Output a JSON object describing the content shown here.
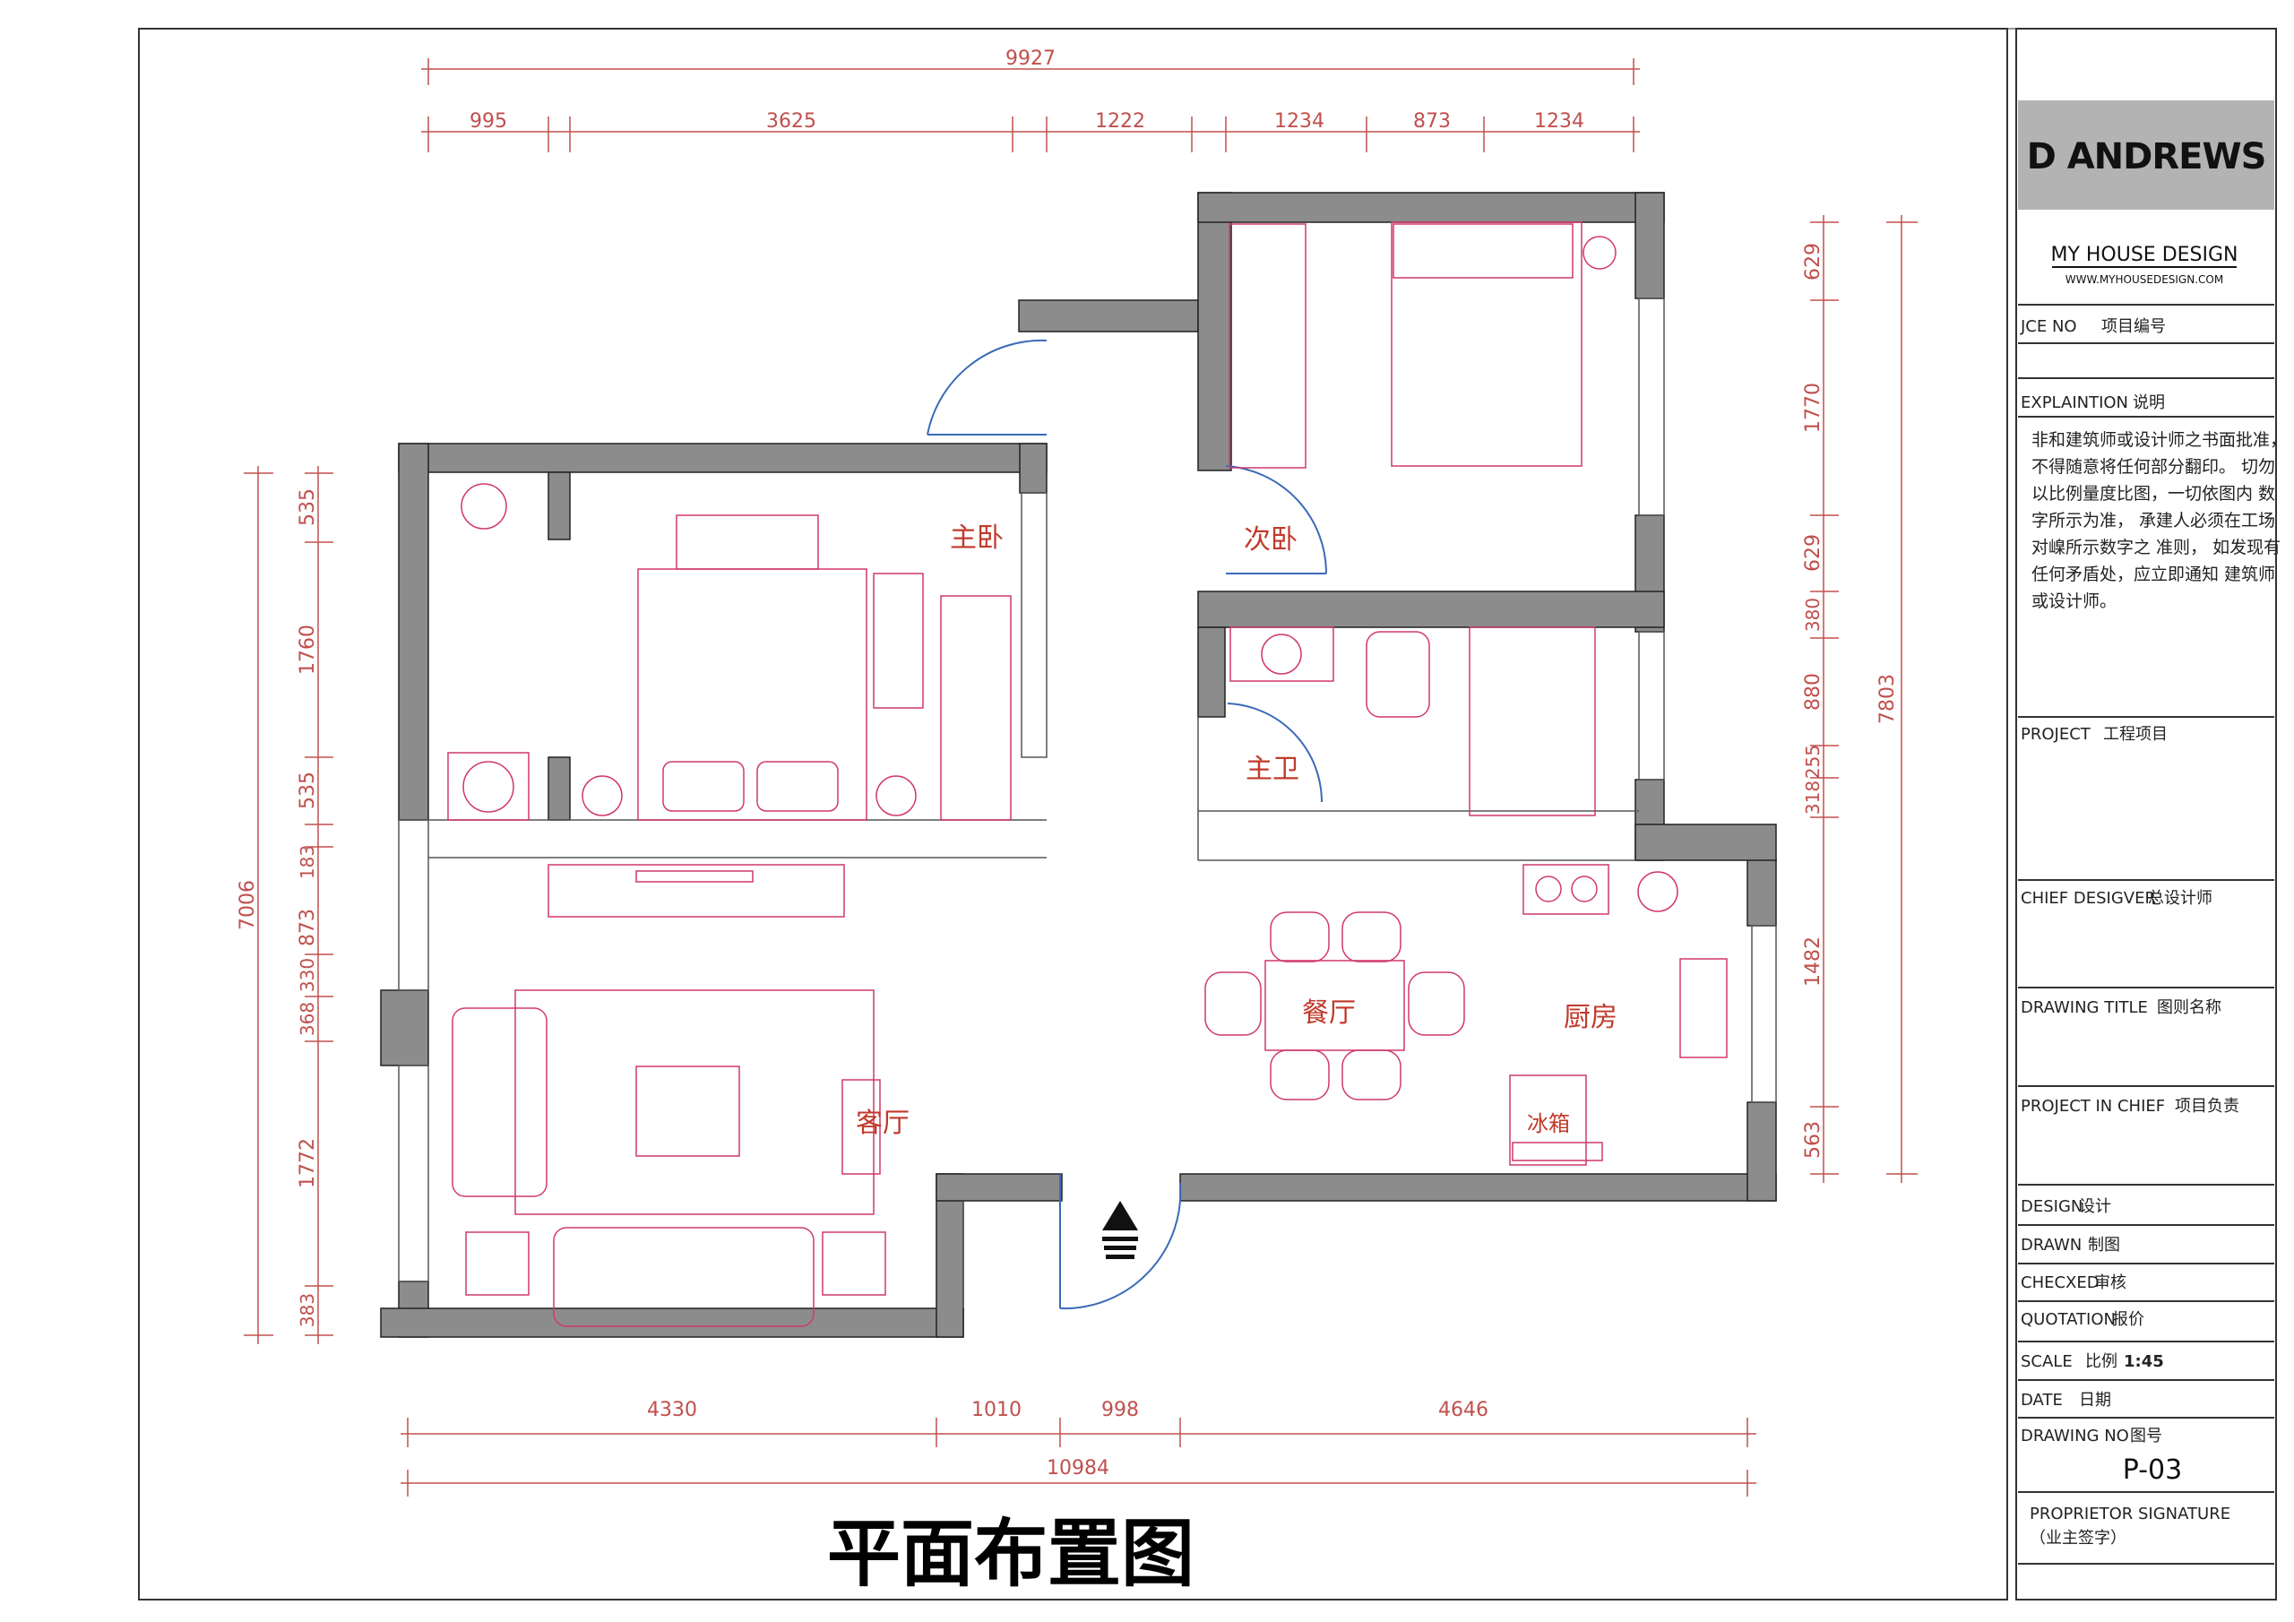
{
  "title_block": {
    "company": "D ANDREWS",
    "brand": "MY HOUSE DESIGN",
    "website": "WWW.MYHOUSEDESIGN.COM",
    "rows": [
      {
        "label": "JCE NO",
        "cn": "项目编号"
      },
      {
        "label": "EXPLAINTION",
        "cn": "说明"
      }
    ],
    "explanation": [
      "非和建筑师或设计师之书面批准，",
      "不得随意将任何部分翻印。 切勿",
      "以比例量度比图，一切依图内 数",
      "字所示为准， 承建人必须在工场",
      "对嵲所示数字之 准则， 如发现有",
      "任何矛盾处，应立即通知 建筑师",
      "或设计师。"
    ],
    "project": {
      "label": "PROJECT",
      "cn": "工程项目"
    },
    "chief_designer": {
      "label": "CHIEF DESIGVER",
      "cn": "总设计师"
    },
    "drawing_title": {
      "label": "DRAWING TITLE",
      "cn": "图则名称"
    },
    "project_in_chief": {
      "label": "PROJECT IN CHIEF",
      "cn": "项目负责"
    },
    "design": {
      "label": "DESIGN",
      "cn": "设计"
    },
    "drawn": {
      "label": "DRAWN",
      "cn": "制图"
    },
    "checked": {
      "label": "CHECXED",
      "cn": "审核"
    },
    "quotation": {
      "label": "QUOTATION",
      "cn": "报价"
    },
    "scale": {
      "label": "SCALE",
      "cn": "比例",
      "value": "1:45"
    },
    "date": {
      "label": "DATE",
      "cn": "日期"
    },
    "drawing_no": {
      "label": "DRAWING NO",
      "cn": "图号",
      "value": "P-03"
    },
    "proprietor": {
      "label": "PROPRIETOR SIGNATURE",
      "cn": "（业主签字）"
    }
  },
  "plan": {
    "heading": "平面布置图",
    "rooms": {
      "master_bedroom": "主卧",
      "second_bedroom": "次卧",
      "master_bath": "主卫",
      "dining": "餐厅",
      "kitchen": "厨房",
      "living": "客厅",
      "fridge": "冰箱"
    },
    "dims": {
      "top_total": "9927",
      "top": [
        "995",
        "3625",
        "1222",
        "1234",
        "873",
        "1234"
      ],
      "bottom": [
        "4330",
        "1010",
        "998",
        "4646"
      ],
      "bottom_total": "10984",
      "left_total": "7006",
      "left": [
        "535",
        "1760",
        "535",
        "183",
        "873",
        "330",
        "368",
        "1772",
        "383"
      ],
      "right_total": "7803",
      "right": [
        "629",
        "1770",
        "629",
        "380",
        "880",
        "255",
        "318",
        "1482",
        "563"
      ]
    }
  },
  "colors": {
    "wall": "#8c8c8c",
    "dimension": "#c0504d",
    "furniture": "#d0386a",
    "room_label": "#c0392b",
    "title_bg": "#b3b3b3"
  }
}
